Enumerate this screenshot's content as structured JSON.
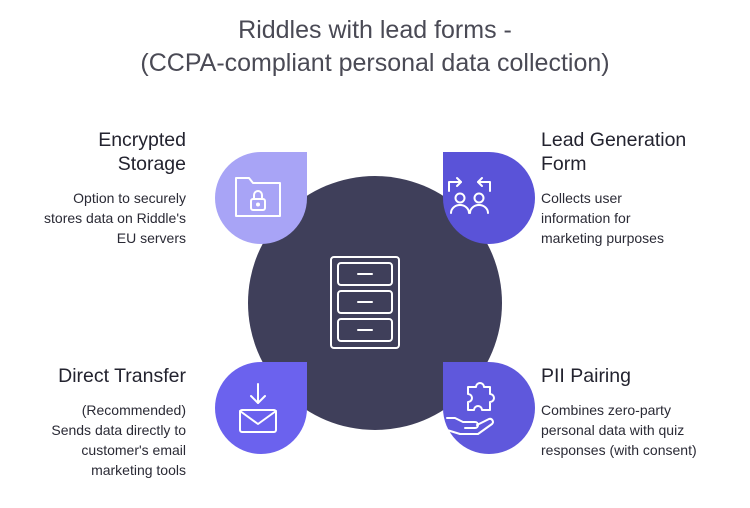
{
  "title": {
    "line1": "Riddles with lead forms -",
    "line2": "(CCPA-compliant personal data collection)"
  },
  "colors": {
    "center": "#3f3f5a",
    "top_left": "#a8a4f6",
    "top_right": "#5a53d8",
    "bottom_left": "#6b62ee",
    "bottom_right": "#5f58dc",
    "icon_stroke": "#ffffff"
  },
  "center": {
    "icon": "file-cabinet-icon"
  },
  "items": [
    {
      "heading_lines": [
        "Encrypted",
        "Storage"
      ],
      "desc_lines": [
        "Option to securely",
        "stores data on Riddle's",
        "EU servers"
      ],
      "icon": "folder-lock-icon"
    },
    {
      "heading_lines": [
        "Lead Generation",
        "Form"
      ],
      "desc_lines": [
        "Collects user",
        "information for",
        "marketing purposes"
      ],
      "icon": "users-exchange-icon"
    },
    {
      "heading_lines": [
        "Direct Transfer"
      ],
      "desc_lines": [
        "(Recommended)",
        "Sends data directly to",
        "customer's email",
        "marketing tools"
      ],
      "icon": "mail-download-icon"
    },
    {
      "heading_lines": [
        "PII Pairing"
      ],
      "desc_lines": [
        "Combines zero-party",
        "personal data with quiz",
        "responses (with consent)"
      ],
      "icon": "puzzle-hand-icon"
    }
  ]
}
